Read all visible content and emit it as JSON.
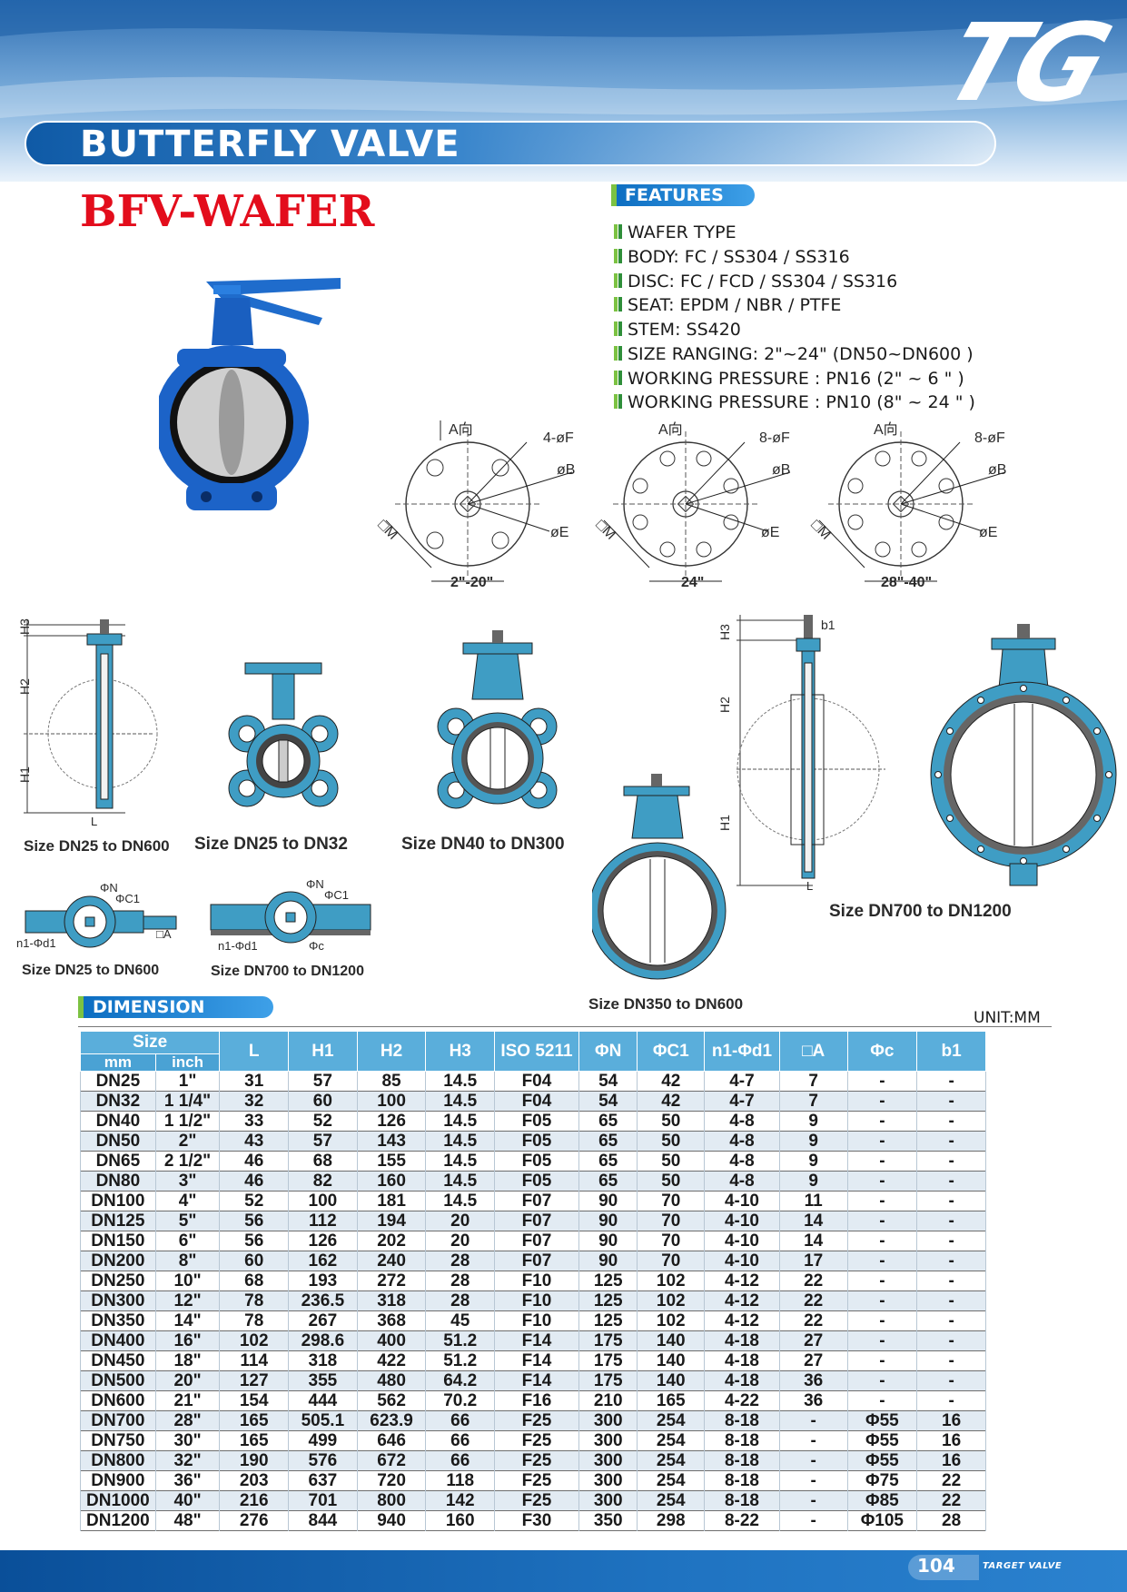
{
  "header": {
    "logo": "TG",
    "title": "BUTTERFLY VALVE",
    "model": "BFV-WAFER"
  },
  "features": {
    "label": "FEATURES",
    "items": [
      "WAFER TYPE",
      "BODY: FC / SS304 / SS316",
      "DISC:  FC / FCD / SS304 / SS316",
      "SEAT:  EPDM / NBR / PTFE",
      "STEM:  SS420",
      "SIZE RANGING: 2\"~24\" (DN50~DN600 )",
      "WORKING PRESSURE : PN16 (2\" ~ 6 \" )",
      "WORKING PRESSURE : PN10 (8\" ~ 24 \" )"
    ]
  },
  "flange_diagrams": [
    {
      "view": "A向",
      "holes": "4-øF",
      "b": "øB",
      "e": "øE",
      "m": "□M",
      "range": "2\"-20\""
    },
    {
      "view": "A向",
      "holes": "8-øF",
      "b": "øB",
      "e": "øE",
      "m": "□M",
      "range": "24\""
    },
    {
      "view": "A向",
      "holes": "8-øF",
      "b": "øB",
      "e": "øE",
      "m": "□M",
      "range": "28\"-40\""
    }
  ],
  "drawing_labels": {
    "h1": "H1",
    "h2": "H2",
    "h3": "H3",
    "l": "L",
    "b1": "b1",
    "phi_n": "ΦN",
    "phi_c1": "ΦC1",
    "n1_phi_d1": "n1-Φd1",
    "sq_a": "□A",
    "phi_c": "Φc"
  },
  "captions": {
    "side_small": "Size DN25 to DN600",
    "dn25_32": "Size DN25 to DN32",
    "dn40_300": "Size DN40 to DN300",
    "dn350_600": "Size DN350 to DN600",
    "dn700_1200": "Size DN700 to DN1200",
    "top_small": "Size DN25 to DN600",
    "top_large": "Size DN700 to DN1200"
  },
  "dimension": {
    "label": "DIMENSION",
    "unit": "UNIT:MM",
    "headers": {
      "size": "Size",
      "mm": "mm",
      "inch": "inch",
      "cols": [
        "L",
        "H1",
        "H2",
        "H3",
        "ISO 5211",
        "ΦN",
        "ΦC1",
        "n1-Φd1",
        "□A",
        "Φc",
        "b1"
      ]
    },
    "rows": [
      [
        "DN25",
        "1\"",
        "31",
        "57",
        "85",
        "14.5",
        "F04",
        "54",
        "42",
        "4-7",
        "7",
        "-",
        "-"
      ],
      [
        "DN32",
        "1 1/4\"",
        "32",
        "60",
        "100",
        "14.5",
        "F04",
        "54",
        "42",
        "4-7",
        "7",
        "-",
        "-"
      ],
      [
        "DN40",
        "1 1/2\"",
        "33",
        "52",
        "126",
        "14.5",
        "F05",
        "65",
        "50",
        "4-8",
        "9",
        "-",
        "-"
      ],
      [
        "DN50",
        "2\"",
        "43",
        "57",
        "143",
        "14.5",
        "F05",
        "65",
        "50",
        "4-8",
        "9",
        "-",
        "-"
      ],
      [
        "DN65",
        "2 1/2\"",
        "46",
        "68",
        "155",
        "14.5",
        "F05",
        "65",
        "50",
        "4-8",
        "9",
        "-",
        "-"
      ],
      [
        "DN80",
        "3\"",
        "46",
        "82",
        "160",
        "14.5",
        "F05",
        "65",
        "50",
        "4-8",
        "9",
        "-",
        "-"
      ],
      [
        "DN100",
        "4\"",
        "52",
        "100",
        "181",
        "14.5",
        "F07",
        "90",
        "70",
        "4-10",
        "11",
        "-",
        "-"
      ],
      [
        "DN125",
        "5\"",
        "56",
        "112",
        "194",
        "20",
        "F07",
        "90",
        "70",
        "4-10",
        "14",
        "-",
        "-"
      ],
      [
        "DN150",
        "6\"",
        "56",
        "126",
        "202",
        "20",
        "F07",
        "90",
        "70",
        "4-10",
        "14",
        "-",
        "-"
      ],
      [
        "DN200",
        "8\"",
        "60",
        "162",
        "240",
        "28",
        "F07",
        "90",
        "70",
        "4-10",
        "17",
        "-",
        "-"
      ],
      [
        "DN250",
        "10\"",
        "68",
        "193",
        "272",
        "28",
        "F10",
        "125",
        "102",
        "4-12",
        "22",
        "-",
        "-"
      ],
      [
        "DN300",
        "12\"",
        "78",
        "236.5",
        "318",
        "28",
        "F10",
        "125",
        "102",
        "4-12",
        "22",
        "-",
        "-"
      ],
      [
        "DN350",
        "14\"",
        "78",
        "267",
        "368",
        "45",
        "F10",
        "125",
        "102",
        "4-12",
        "22",
        "-",
        "-"
      ],
      [
        "DN400",
        "16\"",
        "102",
        "298.6",
        "400",
        "51.2",
        "F14",
        "175",
        "140",
        "4-18",
        "27",
        "-",
        "-"
      ],
      [
        "DN450",
        "18\"",
        "114",
        "318",
        "422",
        "51.2",
        "F14",
        "175",
        "140",
        "4-18",
        "27",
        "-",
        "-"
      ],
      [
        "DN500",
        "20\"",
        "127",
        "355",
        "480",
        "64.2",
        "F14",
        "175",
        "140",
        "4-18",
        "36",
        "-",
        "-"
      ],
      [
        "DN600",
        "21\"",
        "154",
        "444",
        "562",
        "70.2",
        "F16",
        "210",
        "165",
        "4-22",
        "36",
        "-",
        "-"
      ],
      [
        "DN700",
        "28\"",
        "165",
        "505.1",
        "623.9",
        "66",
        "F25",
        "300",
        "254",
        "8-18",
        "-",
        "Φ55",
        "16"
      ],
      [
        "DN750",
        "30\"",
        "165",
        "499",
        "646",
        "66",
        "F25",
        "300",
        "254",
        "8-18",
        "-",
        "Φ55",
        "16"
      ],
      [
        "DN800",
        "32\"",
        "190",
        "576",
        "672",
        "66",
        "F25",
        "300",
        "254",
        "8-18",
        "-",
        "Φ55",
        "16"
      ],
      [
        "DN900",
        "36\"",
        "203",
        "637",
        "720",
        "118",
        "F25",
        "300",
        "254",
        "8-18",
        "-",
        "Φ75",
        "22"
      ],
      [
        "DN1000",
        "40\"",
        "216",
        "701",
        "800",
        "142",
        "F25",
        "300",
        "254",
        "8-18",
        "-",
        "Φ85",
        "22"
      ],
      [
        "DN1200",
        "48\"",
        "276",
        "844",
        "940",
        "160",
        "F30",
        "350",
        "298",
        "8-22",
        "-",
        "Φ105",
        "28"
      ]
    ]
  },
  "footer": {
    "page": "104",
    "brand": "TARGET VALVE"
  },
  "colors": {
    "title_red": "#e30d1c",
    "header_blue": "#0f5aa6",
    "table_header": "#5aaedb",
    "drawing_fill": "#3f9dc4",
    "bullet_green": "#7cc242"
  }
}
